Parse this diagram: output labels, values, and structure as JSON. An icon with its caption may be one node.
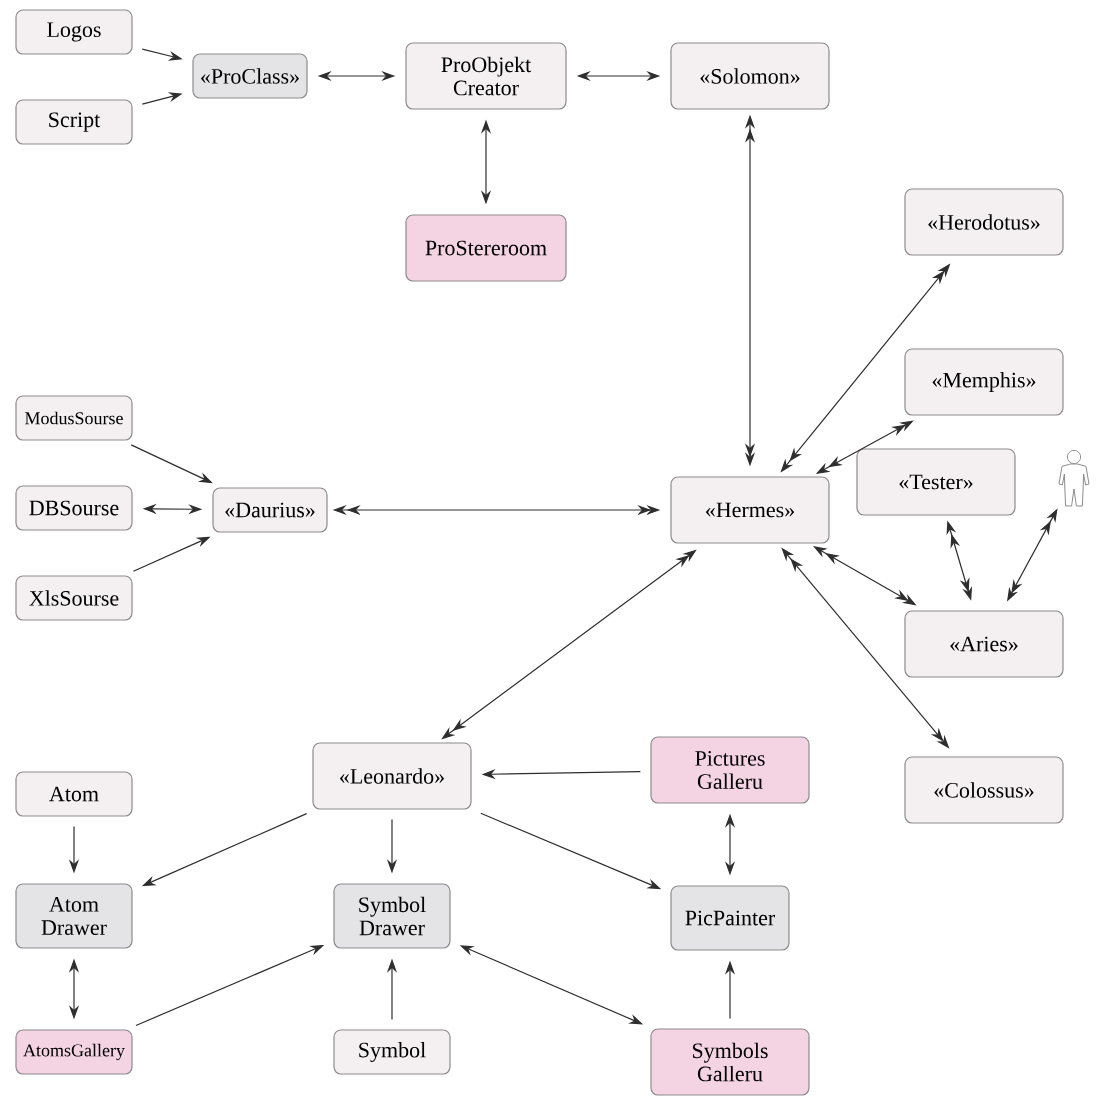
{
  "diagram": {
    "nodes": [
      {
        "text": [
          "Logos"
        ]
      },
      {
        "text": [
          "«ProClass»"
        ]
      },
      {
        "text": [
          "ProObjekt Creator"
        ]
      },
      {
        "text": [
          "«Solomon»"
        ]
      },
      {
        "text": [
          "Script"
        ]
      },
      {
        "text": [
          "ProStereroom"
        ]
      },
      {
        "text": [
          "«Herodotus»"
        ]
      },
      {
        "text": [
          "«Memphis»"
        ]
      },
      {
        "text": [
          "ModusSourse"
        ]
      },
      {
        "text": [
          "«Tester»"
        ]
      },
      {
        "text": [],
        "shape": "person"
      },
      {
        "text": [
          "DBSourse"
        ]
      },
      {
        "text": [
          "«Daurius»"
        ]
      },
      {
        "text": [
          "«Hermes»"
        ]
      },
      {
        "text": [
          "XlsSourse"
        ]
      },
      {
        "text": [
          "«Aries»"
        ]
      },
      {
        "text": [
          "Atom"
        ]
      },
      {
        "text": [
          "«Leonardo»"
        ]
      },
      {
        "text": [
          "Pictures Galleru"
        ]
      },
      {
        "text": [
          "«Colossus»"
        ]
      },
      {
        "text": [
          "Atom Drawer"
        ]
      },
      {
        "text": [
          "Symbol Drawer"
        ]
      },
      {
        "text": [
          "PicPainter"
        ]
      },
      {
        "text": [
          "AtomsGallery"
        ]
      },
      {
        "text": [
          "Symbol"
        ]
      },
      {
        "text": [
          "Symbols Galleru"
        ]
      }
    ],
    "edges": [
      {
        "from": 0,
        "to": 1,
        "arrow": "to"
      },
      {
        "from": 4,
        "to": 1,
        "arrow": "to"
      },
      {
        "from": 1,
        "to": 2,
        "arrow": "both"
      },
      {
        "from": 2,
        "to": 3,
        "arrow": "both"
      },
      {
        "from": 2,
        "to": 5,
        "arrow": "both"
      },
      {
        "from": 3,
        "to": 13,
        "arrow": "both"
      },
      {
        "from": 13,
        "to": 6,
        "arrow": "both"
      },
      {
        "from": 13,
        "to": 7,
        "arrow": "both"
      },
      {
        "from": 8,
        "to": 12,
        "arrow": "to"
      },
      {
        "from": 11,
        "to": 12,
        "arrow": "both"
      },
      {
        "from": 14,
        "to": 12,
        "arrow": "to"
      },
      {
        "from": 12,
        "to": 13,
        "arrow": "both"
      },
      {
        "from": 9,
        "to": 15,
        "arrow": "both"
      },
      {
        "from": 10,
        "to": 15,
        "arrow": "both"
      },
      {
        "from": 13,
        "to": 15,
        "arrow": "both"
      },
      {
        "from": 13,
        "to": 19,
        "arrow": "both"
      },
      {
        "from": 17,
        "to": 13,
        "arrow": "both"
      },
      {
        "from": 18,
        "to": 17,
        "arrow": "to"
      },
      {
        "from": 17,
        "to": 20,
        "arrow": "to"
      },
      {
        "from": 17,
        "to": 21,
        "arrow": "to"
      },
      {
        "from": 17,
        "to": 22,
        "arrow": "to"
      },
      {
        "from": 16,
        "to": 20,
        "arrow": "to"
      },
      {
        "from": 20,
        "to": 23,
        "arrow": "both"
      },
      {
        "from": 23,
        "to": 21,
        "arrow": "to"
      },
      {
        "from": 24,
        "to": 21,
        "arrow": "to"
      },
      {
        "from": 21,
        "to": 25,
        "arrow": "both"
      },
      {
        "from": 18,
        "to": 22,
        "arrow": "both"
      },
      {
        "from": 25,
        "to": 22,
        "arrow": "to"
      }
    ]
  }
}
